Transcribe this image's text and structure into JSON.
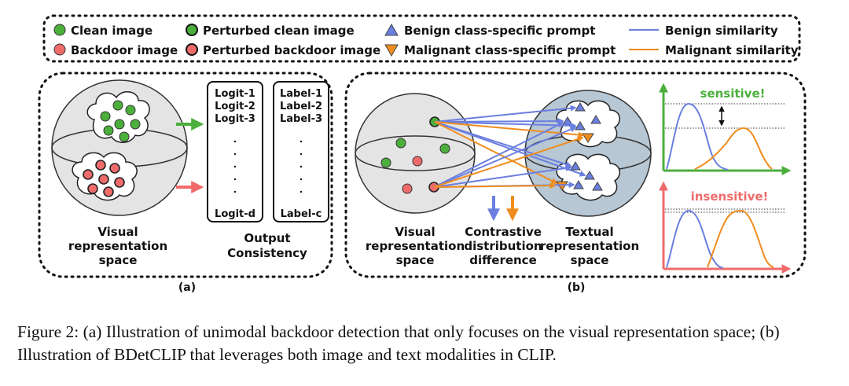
{
  "legend": {
    "clean_image": "Clean image",
    "perturbed_clean_image": "Perturbed clean image",
    "benign_prompt": "Benign class-specific prompt",
    "benign_similarity": "Benign similarity",
    "backdoor_image": "Backdoor image",
    "perturbed_backdoor_image": "Perturbed backdoor image",
    "malignant_prompt": "Malignant class-specific prompt",
    "malignant_similarity": "Malignant similarity"
  },
  "colors": {
    "green": "#4caf3c",
    "red": "#ef6b6b",
    "blue": "#6a7fe0",
    "orange": "#f08c1e",
    "sphere_fill": "#e4e4e4",
    "text_sphere_fill": "#b8c7d4"
  },
  "panel_a": {
    "logits": [
      "Logit-1",
      "Logit-2",
      "Logit-3",
      "Logit-d"
    ],
    "labels": [
      "Label-1",
      "Label-2",
      "Label-3",
      "Label-c"
    ],
    "visual_space_label": [
      "Visual",
      "representation",
      "space"
    ],
    "output_label": [
      "Output",
      "Consistency"
    ],
    "tag": "(a)"
  },
  "panel_b": {
    "visual_space_label": [
      "Visual",
      "representation",
      "space"
    ],
    "contrastive_label": [
      "Contrastive",
      "distribution",
      "difference"
    ],
    "textual_space_label": [
      "Textual",
      "representation",
      "space"
    ],
    "sensitive_label": "sensitive!",
    "insensitive_label": "insensitive!",
    "tag": "(b)"
  },
  "caption": "Figure 2: (a) Illustration of unimodal backdoor detection that only focuses on the visual representation space; (b) Illustration of BDetCLIP that leverages both image and text modalities in CLIP."
}
